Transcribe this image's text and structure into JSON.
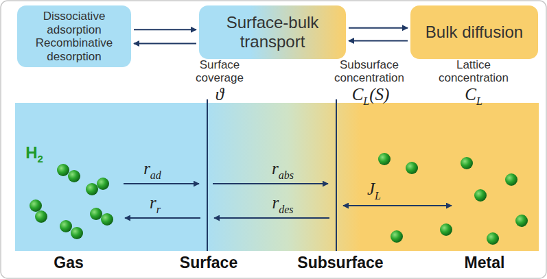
{
  "diagram": {
    "nodes": [
      {
        "text": [
          "Dissociative adsorption Recombinative desorption"
        ]
      },
      {
        "text": [
          "Surface-bulk transport"
        ]
      },
      {
        "text": [
          "Bulk diffusion"
        ]
      }
    ],
    "edges": [
      {
        "from": 0,
        "to": 1,
        "arrow": "to"
      },
      {
        "from": 1,
        "to": 0,
        "arrow": "to"
      },
      {
        "from": 1,
        "to": 2,
        "arrow": "to"
      },
      {
        "from": 2,
        "to": 1,
        "arrow": "to"
      }
    ],
    "labels": [
      "Surface coverage",
      "ϑ",
      "Subsurface concentration",
      "C",
      "L",
      "(S)",
      "Lattice concentration",
      "C",
      "L",
      "H",
      "2",
      "r",
      "ad",
      "r",
      "r",
      "r",
      "abs",
      "r",
      "des",
      "J",
      "L",
      "Gas",
      "Surface",
      "Subsurface",
      "Metal"
    ]
  }
}
